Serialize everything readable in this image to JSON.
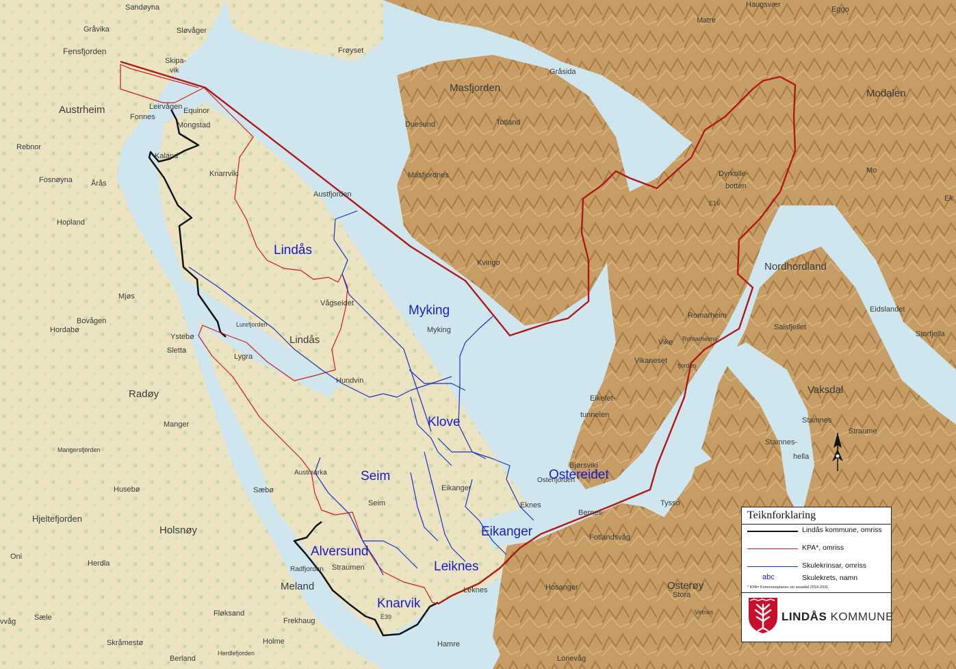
{
  "colors": {
    "water": "#cfe6ee",
    "land": "#efe6c8",
    "mountain": "#c9a36e",
    "forest": "#bcd39a",
    "kommune_line": "#111111",
    "kpa_line": "#d11a1a",
    "skule_line": "#1733cc",
    "region_line": "#b01818",
    "label_blue": "#1a1acc"
  },
  "place_labels": [
    {
      "text": "Sandøyna"
    },
    {
      "text": "Gråvika"
    },
    {
      "text": "Fensfjorden"
    },
    {
      "text": "Sløvåger"
    },
    {
      "text": "Skipa-"
    },
    {
      "text": "vik"
    },
    {
      "text": "Frøyset"
    },
    {
      "text": "Matre"
    },
    {
      "text": "Haugsvær"
    },
    {
      "text": "Eggo"
    },
    {
      "text": "Gråsida"
    },
    {
      "text": "Masfjorden"
    },
    {
      "text": "Modalen"
    },
    {
      "text": "Austrheim"
    },
    {
      "text": "Leirvågen"
    },
    {
      "text": "Equinor"
    },
    {
      "text": "Fonnes"
    },
    {
      "text": "Mongstad"
    },
    {
      "text": "Duesund"
    },
    {
      "text": "Totland"
    },
    {
      "text": "Rebnor"
    },
    {
      "text": "Kaland"
    },
    {
      "text": "Knarrviki"
    },
    {
      "text": "Masfjordnes"
    },
    {
      "text": "Dyrkolle-"
    },
    {
      "text": "botten"
    },
    {
      "text": "Mo"
    },
    {
      "text": "Ek"
    },
    {
      "text": "Fosnøyna"
    },
    {
      "text": "Årås"
    },
    {
      "text": "Austfjorden"
    },
    {
      "text": "Hopland"
    },
    {
      "text": "Kvingo"
    },
    {
      "text": "Nordhordland"
    },
    {
      "text": "Mjøs"
    },
    {
      "text": "Vågseidet"
    },
    {
      "text": "Myking"
    },
    {
      "text": "Romarheim"
    },
    {
      "text": "Eidslandet"
    },
    {
      "text": "Bovågen"
    },
    {
      "text": "Lurefjorden"
    },
    {
      "text": "Hordabø"
    },
    {
      "text": "Ystebø"
    },
    {
      "text": "Salsfjellet"
    },
    {
      "text": "Storfjella"
    },
    {
      "text": "Sletta"
    },
    {
      "text": "Lygra"
    },
    {
      "text": "Vike"
    },
    {
      "text": "Romarheims-"
    },
    {
      "text": "Vikaneset"
    },
    {
      "text": "fjorden"
    },
    {
      "text": "Hundvin"
    },
    {
      "text": "Radøy"
    },
    {
      "text": "Vaksdal"
    },
    {
      "text": "Eikefet-"
    },
    {
      "text": "tunnelen"
    },
    {
      "text": "Manger"
    },
    {
      "text": "Stamnes"
    },
    {
      "text": "Straume"
    },
    {
      "text": "Stamnes-"
    },
    {
      "text": "hella"
    },
    {
      "text": "Mangersfjorden"
    },
    {
      "text": "Bjørsviki"
    },
    {
      "text": "Osterfjorden"
    },
    {
      "text": "Austmarka"
    },
    {
      "text": "Husebø"
    },
    {
      "text": "Sæbø"
    },
    {
      "text": "Eikanger"
    },
    {
      "text": "Hjeltefjorden"
    },
    {
      "text": "Seim"
    },
    {
      "text": "Eknes"
    },
    {
      "text": "Bernes"
    },
    {
      "text": "Tysso"
    },
    {
      "text": "Holsnøy"
    },
    {
      "text": "Fotlandsvåg"
    },
    {
      "text": "Oni"
    },
    {
      "text": "Herdla"
    },
    {
      "text": "Radfjorden"
    },
    {
      "text": "Straumen"
    },
    {
      "text": "Meland"
    },
    {
      "text": "Leknes"
    },
    {
      "text": "Hosanger"
    },
    {
      "text": "Osterøy"
    },
    {
      "text": "Stora"
    },
    {
      "text": "Vetnes"
    },
    {
      "text": "Frekhaug"
    },
    {
      "text": "Fløksand"
    },
    {
      "text": "vvåg"
    },
    {
      "text": "Sæle"
    },
    {
      "text": "Holme"
    },
    {
      "text": "Skråmestø"
    },
    {
      "text": "Berland"
    },
    {
      "text": "Herdlefjorden"
    },
    {
      "text": "Hamre"
    },
    {
      "text": "Lonevåg"
    },
    {
      "text": "Lindås"
    },
    {
      "text": "E39"
    },
    {
      "text": "E16"
    }
  ],
  "krets_labels": [
    {
      "text": "Lindås"
    },
    {
      "text": "Myking"
    },
    {
      "text": "Klove"
    },
    {
      "text": "Seim"
    },
    {
      "text": "Ostereidet"
    },
    {
      "text": "Alversund"
    },
    {
      "text": "Eikanger"
    },
    {
      "text": "Leiknes"
    },
    {
      "text": "Knarvik"
    }
  ],
  "legend": {
    "title": "Teiknforklaring",
    "items": [
      {
        "label": "Lindås kommune, omriss"
      },
      {
        "label": "KPA*, omriss"
      },
      {
        "label": "Skulekrinsar, omriss"
      },
      {
        "label": "Skulekrets, namn",
        "sample": "abc"
      }
    ],
    "note": "* KPA= Kommuneplanen sin arealdel 2019-2031",
    "brand_bold": "LINDÅS",
    "brand_rest": " KOMMUNE",
    "logo_icon": "lindas-coat-of-arms-icon"
  },
  "north_arrow_icon": "north-arrow-icon"
}
